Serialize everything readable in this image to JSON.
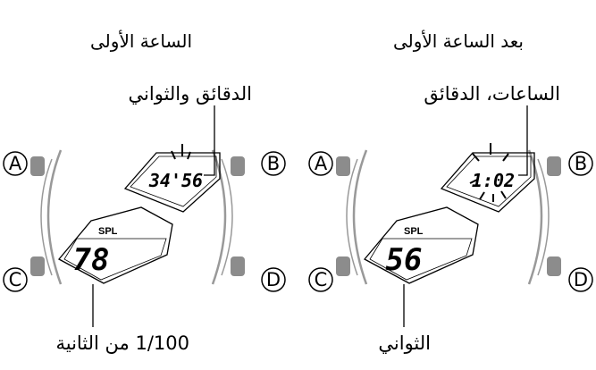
{
  "left_panel": {
    "title": "الساعة الأولى",
    "upper_callout": "الدقائق والثواني",
    "upper_display": "34'56",
    "mode_label": "SPL",
    "main_display": "78",
    "bottom_callout": "1/100 من الثانية"
  },
  "right_panel": {
    "title": "بعد الساعة الأولى",
    "upper_callout": "الساعات، الدقائق",
    "upper_display": "1:02",
    "mode_label": "SPL",
    "main_display": "56",
    "bottom_callout": "الثواني"
  },
  "buttons": {
    "a": "A",
    "b": "B",
    "c": "C",
    "d": "D"
  },
  "colors": {
    "line": "#000000",
    "button_gray": "#8c8c8c",
    "case_gray": "#999999"
  }
}
